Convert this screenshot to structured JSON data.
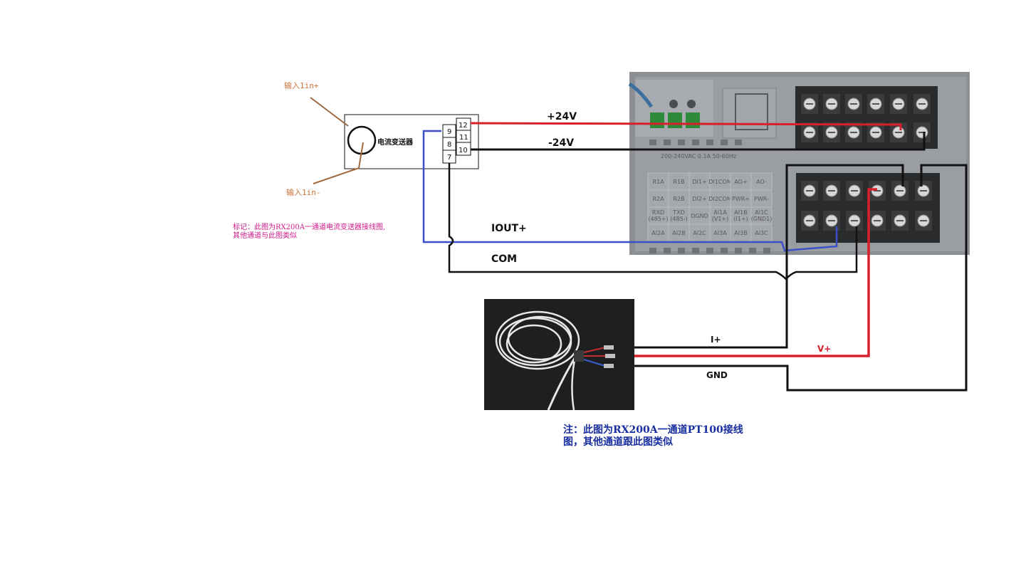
{
  "transmitter": {
    "name": "电流变送器",
    "input_plus": "输入1in+",
    "input_minus": "输入1in-",
    "terminals_left": [
      "9",
      "8",
      "7"
    ],
    "terminals_right": [
      "12",
      "11",
      "10"
    ]
  },
  "wires": {
    "plus24": "+24V",
    "minus24": "-24V",
    "iout": "IOUT+",
    "com": "COM",
    "i_plus": "I+",
    "v_plus": "V+",
    "gnd": "GND"
  },
  "device": {
    "power_spec": "200-240VAC  0.1A    50-60Hz",
    "grid_rows": [
      [
        "R1A",
        "R1B",
        "DI1+",
        "DI1COM",
        "AO+",
        "AO-"
      ],
      [
        "R2A",
        "R2B",
        "DI2+",
        "DI2COM",
        "PWR+",
        "PWR-"
      ],
      [
        "RXD (485+)",
        "TXD (485-)",
        "DGND",
        "AI1A (V1+)",
        "AI1B (I1+)",
        "AI1C (GND1)"
      ],
      [
        "AI2A",
        "AI2B",
        "AI2C",
        "AI3A",
        "AI3B",
        "AI3C"
      ]
    ]
  },
  "notes": {
    "transmitter_note_line1": "标记：此图为RX200A一通道电流变送器接线图,",
    "transmitter_note_line2": "其他通道与此图类似",
    "pt100_note_line1": "注：此图为RX200A一通道PT100接线",
    "pt100_note_line2": "图，其他通道跟此图类似"
  },
  "colors": {
    "red_wire": "#d8202a",
    "black_wire": "#111111",
    "blue_wire": "#3a4fc8",
    "brown_wire": "#a0683c",
    "note_pink": "#d0188a",
    "note_blue": "#1a2fa0"
  }
}
